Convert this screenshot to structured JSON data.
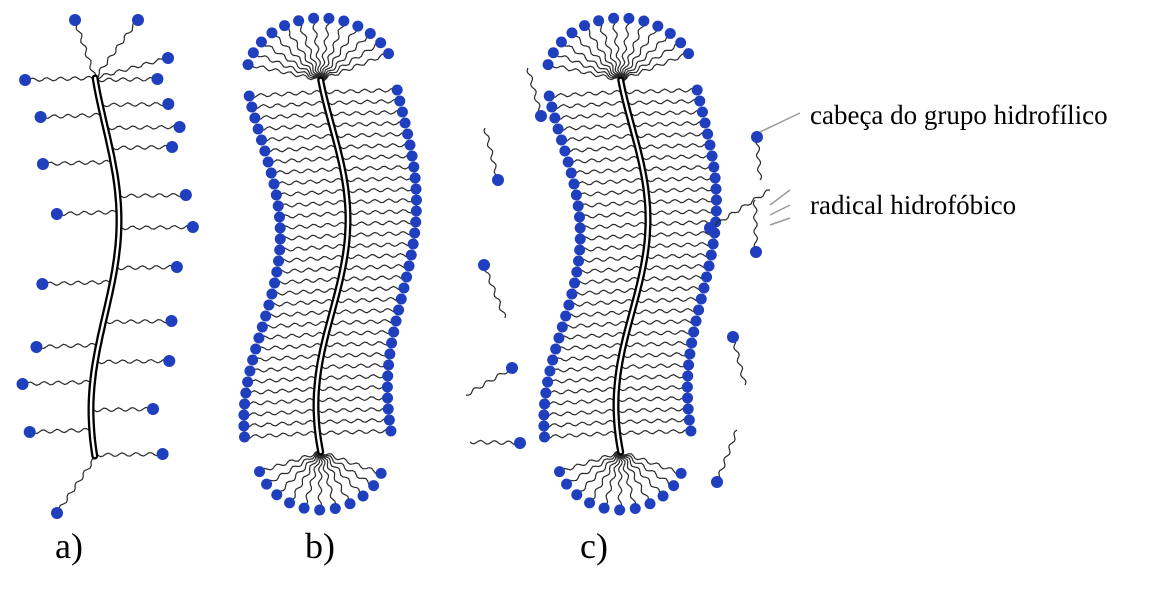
{
  "panels": [
    {
      "id": "a",
      "label": "a)",
      "surfactant_density": "sparse"
    },
    {
      "id": "b",
      "label": "b)",
      "surfactant_density": "dense"
    },
    {
      "id": "c",
      "label": "c)",
      "surfactant_density": "dense",
      "free_surfactants": true
    }
  ],
  "legend": {
    "head_label": "cabeça do grupo hidrofílico",
    "tail_label": "radical hidrofóbico"
  },
  "colors": {
    "head": "#1f3fbf",
    "tail": "#2a2a2a",
    "fiber": "#000000",
    "pointer": "#9a9a9a"
  }
}
